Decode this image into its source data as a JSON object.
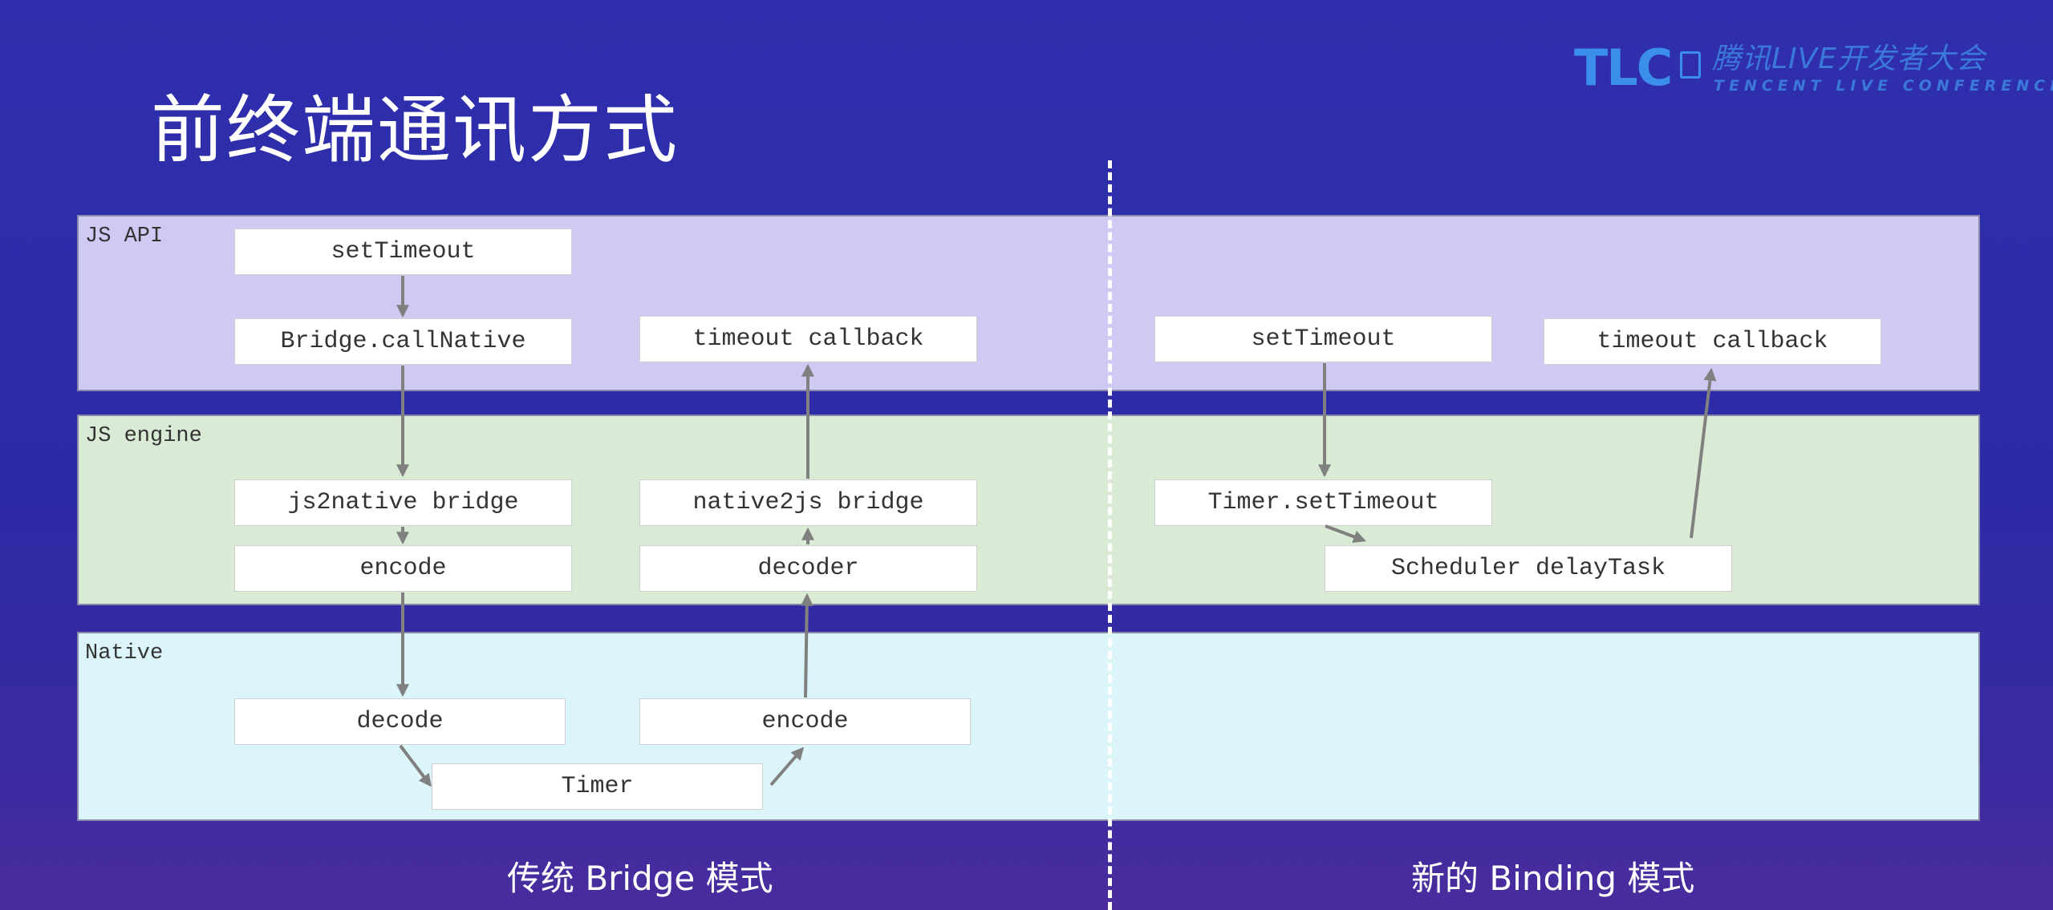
{
  "title": "前终端通讯方式",
  "logo": {
    "brand": "TLC",
    "cn_text": "腾讯LIVE开发者大会",
    "en_text": "TENCENT LIVE CONFERENCE"
  },
  "layers": {
    "api": "JS API",
    "engine": "JS engine",
    "native": "Native"
  },
  "bridge_mode": {
    "label": "传统 Bridge 模式",
    "nodes": {
      "set_timeout": "setTimeout",
      "call_native": "Bridge.callNative",
      "timeout_callback": "timeout callback",
      "js2native": "js2native bridge",
      "encode_js": "encode",
      "native2js": "native2js bridge",
      "decoder": "decoder",
      "decode_native": "decode",
      "encode_native": "encode",
      "timer": "Timer"
    }
  },
  "binding_mode": {
    "label": "新的 Binding 模式",
    "nodes": {
      "set_timeout": "setTimeout",
      "timeout_callback": "timeout callback",
      "timer_set_timeout": "Timer.setTimeout",
      "scheduler": "Scheduler delayTask"
    }
  },
  "colors": {
    "api_layer": "#cecaf4",
    "engine_layer": "#d9ead5",
    "native_layer": "#dbf5fb",
    "arrow": "#808080",
    "logo": "#3b8eea"
  }
}
